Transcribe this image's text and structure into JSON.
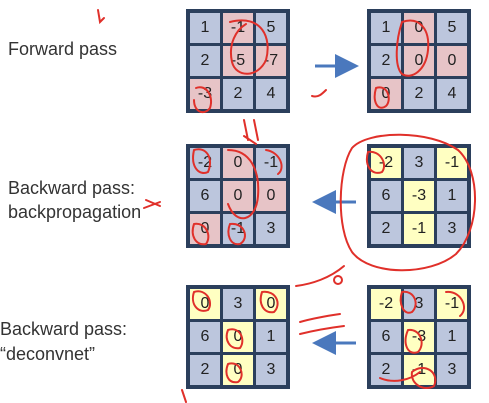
{
  "labels": {
    "forward": "Forward pass",
    "backward1_line1": "Backward pass:",
    "backward1_line2": "backpropagation",
    "backward2_line1": "Backward pass:",
    "backward2_line2": "“deconvnet”"
  },
  "colors": {
    "grid_border": "#2b3f5c",
    "cell_default": "#bcc6dd",
    "cell_pink": "#e7c4c7",
    "cell_yellow": "#ffffc2",
    "arrow": "#4a78bd",
    "ink": "#e0302a"
  },
  "grids": {
    "forward_input": {
      "values": [
        "1",
        "-1",
        "5",
        "2",
        "-5",
        "-7",
        "-3",
        "2",
        "4"
      ],
      "colors": [
        "d",
        "p",
        "d",
        "d",
        "p",
        "p",
        "p",
        "d",
        "d"
      ]
    },
    "forward_output": {
      "values": [
        "1",
        "0",
        "5",
        "2",
        "0",
        "0",
        "0",
        "2",
        "4"
      ],
      "colors": [
        "d",
        "p",
        "d",
        "d",
        "p",
        "p",
        "p",
        "d",
        "d"
      ]
    },
    "backprop_result": {
      "values": [
        "-2",
        "0",
        "-1",
        "6",
        "0",
        "0",
        "0",
        "-1",
        "3"
      ],
      "colors": [
        "d",
        "p",
        "d",
        "d",
        "p",
        "p",
        "p",
        "d",
        "d"
      ]
    },
    "backprop_gradient": {
      "values": [
        "-2",
        "3",
        "-1",
        "6",
        "-3",
        "1",
        "2",
        "-1",
        "3"
      ],
      "colors": [
        "y",
        "d",
        "y",
        "d",
        "y",
        "d",
        "d",
        "y",
        "d"
      ]
    },
    "deconv_result": {
      "values": [
        "0",
        "3",
        "0",
        "6",
        "0",
        "1",
        "2",
        "0",
        "3"
      ],
      "colors": [
        "y",
        "d",
        "y",
        "d",
        "y",
        "d",
        "d",
        "y",
        "d"
      ]
    },
    "deconv_gradient": {
      "values": [
        "-2",
        "3",
        "-1",
        "6",
        "-3",
        "1",
        "2",
        "-1",
        "3"
      ],
      "colors": [
        "y",
        "d",
        "y",
        "d",
        "y",
        "d",
        "d",
        "y",
        "d"
      ]
    }
  }
}
